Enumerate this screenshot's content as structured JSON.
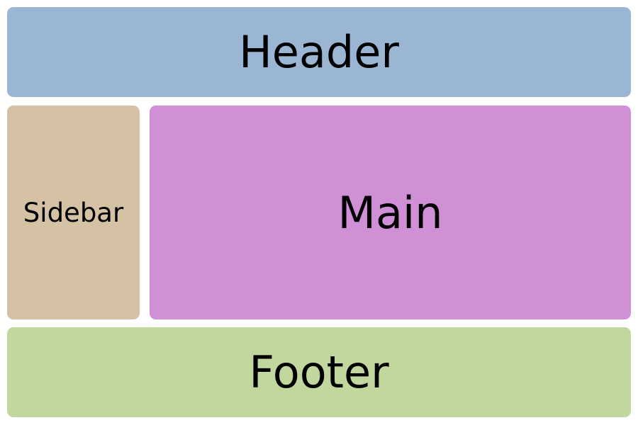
{
  "layout": {
    "header": {
      "label": "Header",
      "color": "#9ab6d2"
    },
    "sidebar": {
      "label": "Sidebar",
      "color": "#d5c1a3"
    },
    "main": {
      "label": "Main",
      "color": "#cf90d6"
    },
    "footer": {
      "label": "Footer",
      "color": "#c1d79d"
    }
  }
}
